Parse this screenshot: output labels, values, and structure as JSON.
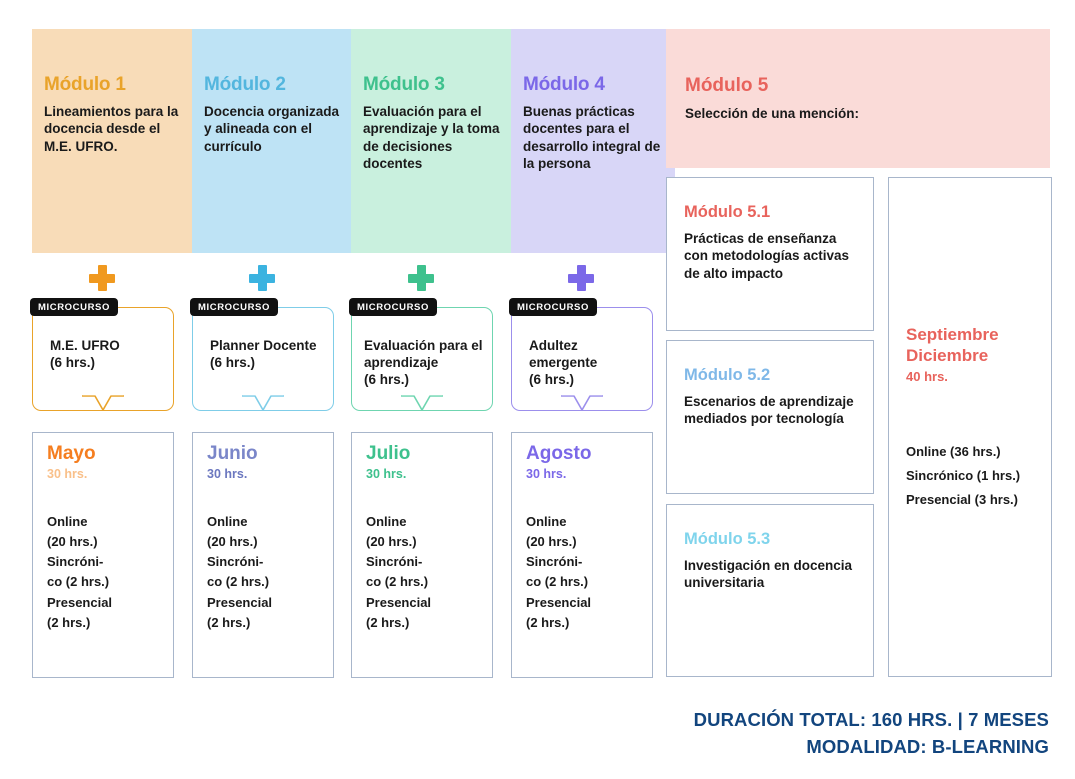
{
  "modules": [
    {
      "id": "modulo-1",
      "title": "Módulo 1",
      "description": "Lineamientos para la docencia desde el M.E. UFRO.",
      "bg": "#F8DCB8",
      "accent": "#E9A32A",
      "plus_color": "#F0991F"
    },
    {
      "id": "modulo-2",
      "title": "Módulo 2",
      "description": "Docencia organizada y alineada con el currículo",
      "bg": "#BEE3F5",
      "accent": "#53B6DE",
      "plus_color": "#3BB3E0"
    },
    {
      "id": "modulo-3",
      "title": "Módulo 3",
      "description": "Evaluación para el aprendizaje y la toma de decisiones docentes",
      "bg": "#C9F0DE",
      "accent": "#3EC18D",
      "plus_color": "#3EC18D"
    },
    {
      "id": "modulo-4",
      "title": "Módulo 4",
      "description": "Buenas prácticas docentes para el desarrollo integral de la persona",
      "bg": "#D8D6F7",
      "accent": "#7B68E8",
      "plus_color": "#7B68E8"
    }
  ],
  "module5_banner": {
    "title": "Módulo 5",
    "subtitle": "Selección de una mención:",
    "bg": "#FADBD8",
    "accent": "#E8635C"
  },
  "microcourses": [
    {
      "tag": "MICROCURSO",
      "name": "M.E. UFRO",
      "hours": "(6 hrs.)",
      "border": "#E9A32A"
    },
    {
      "tag": "MICROCURSO",
      "name": "Planner Docente",
      "hours": "(6 hrs.)",
      "border": "#7FCDE8"
    },
    {
      "tag": "MICROCURSO",
      "name": "Evaluación para el aprendizaje",
      "hours": "(6 hrs.)",
      "border": "#6FD5B0"
    },
    {
      "tag": "MICROCURSO",
      "name": "Adultez emergente",
      "hours": "(6 hrs.)",
      "border": "#9C8FEC"
    }
  ],
  "months": [
    {
      "name": "Mayo",
      "hours": "30 hrs.",
      "name_color": "#F57E20",
      "hours_color": "#F9C08A",
      "lines": [
        "Online",
        "(20 hrs.)",
        "Sincróni-",
        "co (2 hrs.)",
        "Presencial",
        "(2 hrs.)"
      ]
    },
    {
      "name": "Junio",
      "hours": "30 hrs.",
      "name_color": "#7A86C9",
      "hours_color": "#6B77BF",
      "lines": [
        "Online",
        "(20 hrs.)",
        "Sincróni-",
        "co (2 hrs.)",
        "Presencial",
        "(2 hrs.)"
      ]
    },
    {
      "name": "Julio",
      "hours": "30 hrs.",
      "name_color": "#3EC18D",
      "hours_color": "#3EC18D",
      "lines": [
        "Online",
        "(20 hrs.)",
        "Sincróni-",
        "co (2 hrs.)",
        "Presencial",
        "(2 hrs.)"
      ]
    },
    {
      "name": "Agosto",
      "hours": "30 hrs.",
      "name_color": "#7B68E8",
      "hours_color": "#7B68E8",
      "lines": [
        "Online",
        "(20 hrs.)",
        "Sincróni-",
        "co (2 hrs.)",
        "Presencial",
        "(2 hrs.)"
      ]
    }
  ],
  "module5_subs": [
    {
      "title": "Módulo 5.1",
      "description": "Prácticas de enseñanza con metodologías activas de alto impacto",
      "accent": "#E8635C"
    },
    {
      "title": "Módulo 5.2",
      "description": "Escenarios de aprendizaje mediados por tecnología",
      "accent": "#7FB8E8"
    },
    {
      "title": "Módulo 5.3",
      "description": "Investigación en docencia universitaria",
      "accent": "#7FD4EC"
    }
  ],
  "period": {
    "title_line1": "Septiembre",
    "title_line2": "Diciembre",
    "hours": "40 hrs.",
    "lines": [
      "Online (36 hrs.)",
      "Sincrónico (1 hrs.)",
      "Presencial (3 hrs.)"
    ],
    "accent": "#E8635C"
  },
  "footer": {
    "line1": "DURACIÓN TOTAL: 160 HRS. | 7 MESES",
    "line2": "MODALIDAD: B-LEARNING",
    "color": "#12457E"
  }
}
